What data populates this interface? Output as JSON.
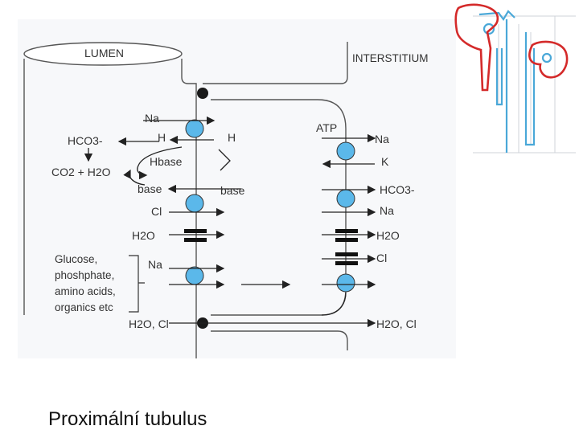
{
  "labels": {
    "lumen": "LUMEN",
    "interstitium": "INTERSTITIUM",
    "atp": "ATP",
    "left_na": "Na",
    "left_h": "H",
    "mid_h": "H",
    "hco3": "HCO3-",
    "co2_h2o": "CO2 + H2O",
    "hbase": "Hbase",
    "base_left": "base",
    "base_mid": "base",
    "cl_left": "Cl",
    "h2o_left": "H2O",
    "glucose_group": [
      "Glucose,",
      "phoshphate,",
      "amino acids,",
      "organics etc"
    ],
    "na_cotransport": "Na",
    "paracellular_left": "H2O, Cl",
    "right_na": "Na",
    "right_k": "K",
    "right_hco3": "HCO3-",
    "right_na2": "Na",
    "right_h2o": "H2O",
    "right_cl": "Cl",
    "paracellular_right": "H2O, Cl"
  },
  "caption": "Proximální tubulus",
  "colors": {
    "transporter": "#5bb8ea",
    "nephron_outline": "#d42a2a",
    "nephron_tubule": "#4aa8d8"
  },
  "icons": [
    "nephron-thumbnail-icon"
  ]
}
